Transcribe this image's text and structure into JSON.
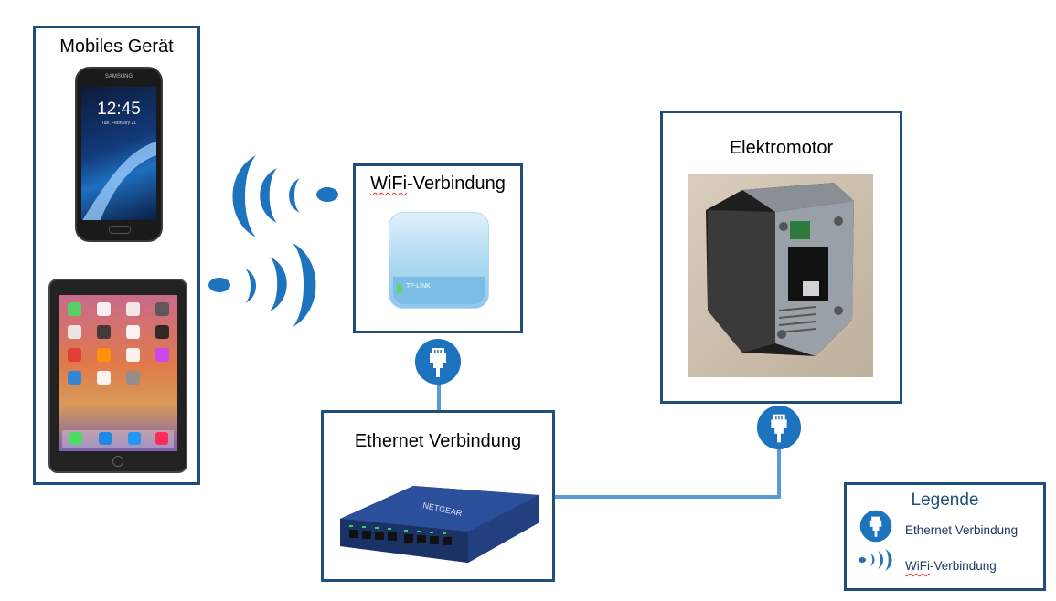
{
  "mobile": {
    "title": "Mobiles Gerät",
    "phone": {
      "time": "12:45",
      "date": "Tue, February 21",
      "brand": "SAMSUNG"
    }
  },
  "router": {
    "title_wifi": "WiFi",
    "title_rest": "-Verbindung",
    "brand": "TP-LINK"
  },
  "switch": {
    "title": "Ethernet Verbindung",
    "brand": "NETGEAR"
  },
  "motor": {
    "title": "Elektromotor"
  },
  "legend": {
    "title": "Legende",
    "ethernet_label": "Ethernet Verbindung",
    "wifi_label_wifi": "WiFi",
    "wifi_label_rest": "-Verbindung"
  },
  "colors": {
    "border": "#1f4e79",
    "accent": "#1e73be",
    "connector": "#5b9bd5",
    "legend_text": "#1f3864"
  },
  "icons": {
    "ethernet": "ethernet-plug-icon",
    "wifi": "wifi-waves-icon"
  }
}
